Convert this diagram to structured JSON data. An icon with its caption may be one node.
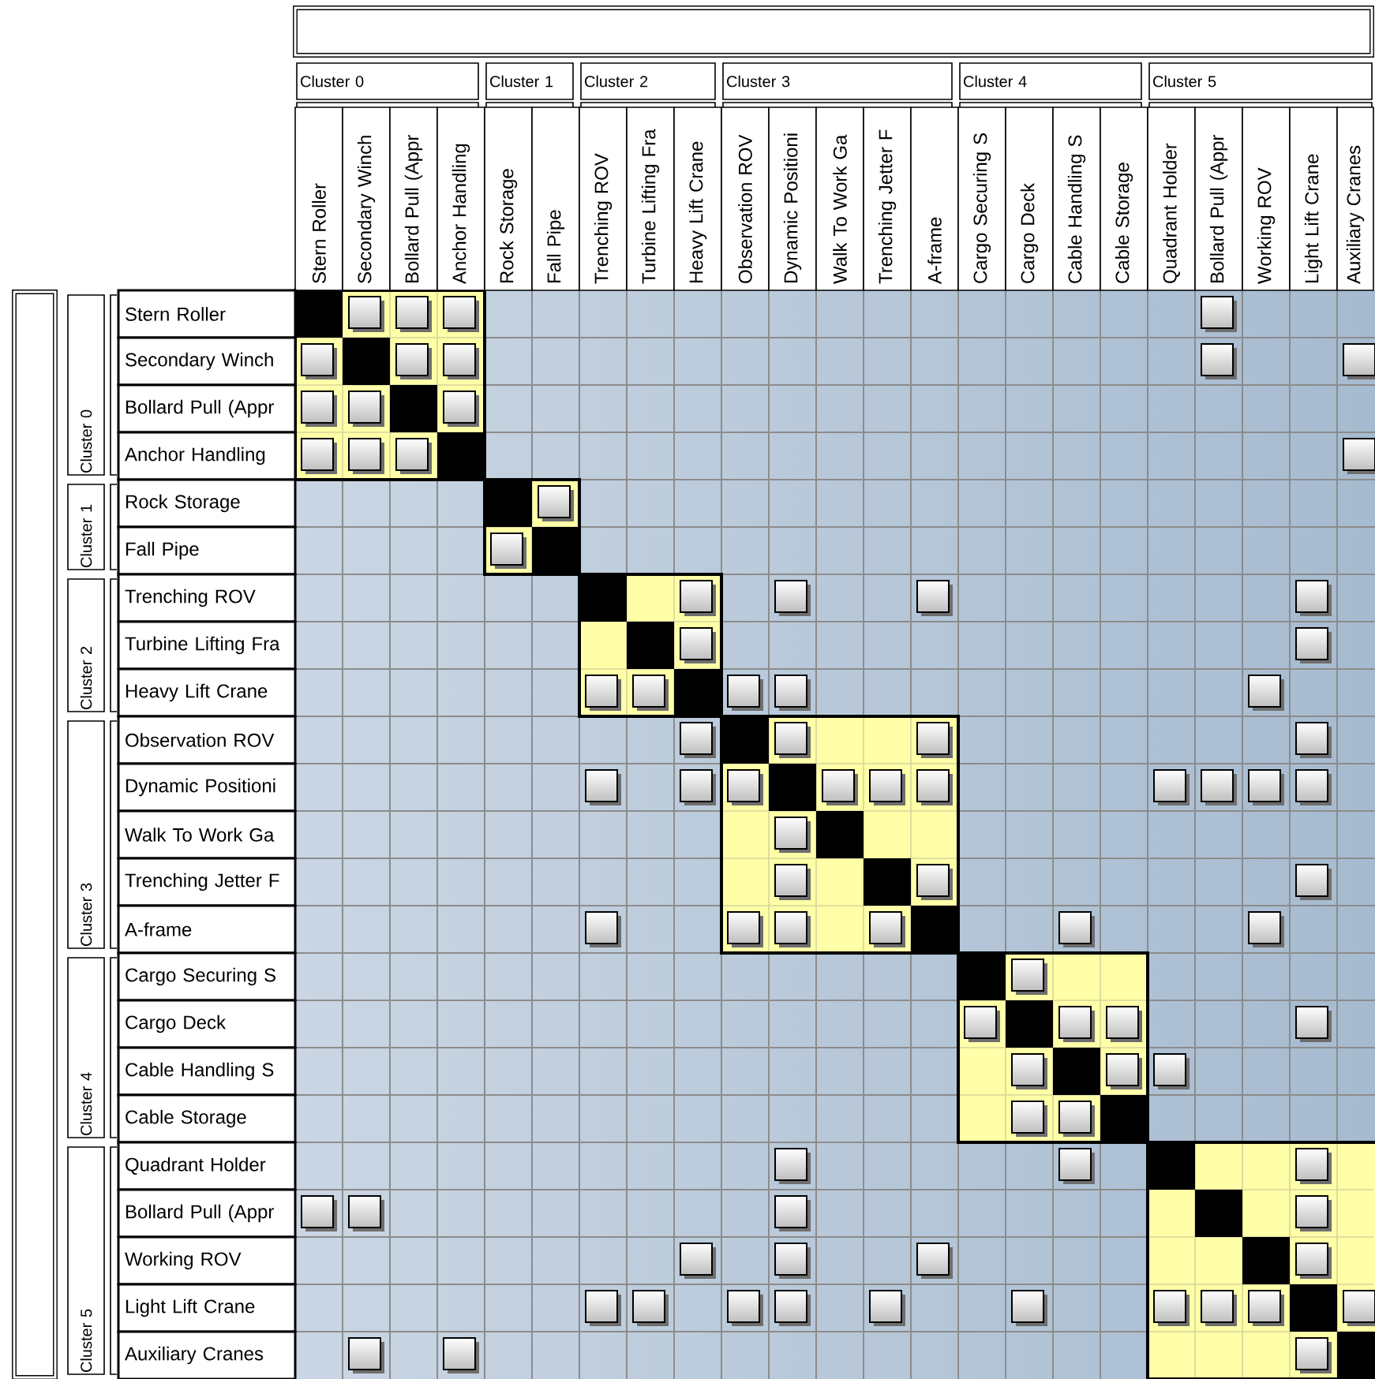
{
  "diagram": {
    "nodes": [
      {
        "text": [],
        "shape": "box"
      },
      {
        "text": [
          "Cluster 0"
        ]
      },
      {
        "text": [
          "Cluster 1"
        ]
      },
      {
        "text": [
          "Cluster 2"
        ]
      },
      {
        "text": [
          "Cluster 3"
        ]
      },
      {
        "text": [
          "Cluster 4"
        ]
      },
      {
        "text": [
          "Cluster 5"
        ]
      },
      {
        "text": [
          "Stern Roller"
        ]
      },
      {
        "text": [
          "Secondary Winch"
        ]
      },
      {
        "text": [
          "Bollard Pull (Appr"
        ]
      },
      {
        "text": [
          "Anchor Handling"
        ]
      },
      {
        "text": [
          "Rock Storage"
        ]
      },
      {
        "text": [
          "Fall Pipe"
        ]
      },
      {
        "text": [
          "Trenching ROV"
        ]
      },
      {
        "text": [
          "Turbine Lifting Fra"
        ]
      },
      {
        "text": [
          "Heavy Lift Crane"
        ]
      },
      {
        "text": [
          "Observation ROV"
        ]
      },
      {
        "text": [
          "Dynamic Positioni"
        ]
      },
      {
        "text": [
          "Walk To Work Ga"
        ]
      },
      {
        "text": [
          "Trenching Jetter F"
        ]
      },
      {
        "text": [
          "A-frame"
        ]
      },
      {
        "text": [
          "Cargo Securing S"
        ]
      },
      {
        "text": [
          "Cargo Deck"
        ]
      },
      {
        "text": [
          "Cable Handling S"
        ]
      },
      {
        "text": [
          "Cable Storage"
        ]
      },
      {
        "text": [
          "Quadrant Holder"
        ]
      },
      {
        "text": [
          "Bollard Pull (Appr"
        ]
      },
      {
        "text": [
          "Working ROV"
        ]
      },
      {
        "text": [
          "Light Lift Crane"
        ]
      },
      {
        "text": [
          "Auxiliary Cranes"
        ]
      },
      {
        "text": [],
        "shape": "box"
      },
      {
        "text": [
          "Cluster 0"
        ]
      },
      {
        "text": [
          "Cluster 1"
        ]
      },
      {
        "text": [
          "Cluster 2"
        ]
      },
      {
        "text": [
          "Cluster 3"
        ]
      },
      {
        "text": [
          "Cluster 4"
        ]
      },
      {
        "text": [
          "Cluster 5"
        ]
      },
      {
        "text": [
          "Stern Roller"
        ]
      },
      {
        "text": [
          "Secondary Winch"
        ]
      },
      {
        "text": [
          "Bollard Pull (Appr"
        ]
      },
      {
        "text": [
          "Anchor Handling"
        ]
      },
      {
        "text": [
          "Rock Storage"
        ]
      },
      {
        "text": [
          "Fall Pipe"
        ]
      },
      {
        "text": [
          "Trenching ROV"
        ]
      },
      {
        "text": [
          "Turbine Lifting Fra"
        ]
      },
      {
        "text": [
          "Heavy Lift Crane"
        ]
      },
      {
        "text": [
          "Observation ROV"
        ]
      },
      {
        "text": [
          "Dynamic Positioni"
        ]
      },
      {
        "text": [
          "Walk To Work Ga"
        ]
      },
      {
        "text": [
          "Trenching Jetter F"
        ]
      },
      {
        "text": [
          "A-frame"
        ]
      },
      {
        "text": [
          "Cargo Securing S"
        ]
      },
      {
        "text": [
          "Cargo Deck"
        ]
      },
      {
        "text": [
          "Cable Handling S"
        ]
      },
      {
        "text": [
          "Cable Storage"
        ]
      },
      {
        "text": [
          "Quadrant Holder"
        ]
      },
      {
        "text": [
          "Bollard Pull (Appr"
        ]
      },
      {
        "text": [
          "Working ROV"
        ]
      },
      {
        "text": [
          "Light Lift Crane"
        ]
      },
      {
        "text": [
          "Auxiliary Cranes"
        ]
      },
      {
        "text": [],
        "shape": "box"
      },
      {
        "text": [],
        "shape": "box"
      },
      {
        "text": [],
        "shape": "box"
      },
      {
        "text": [],
        "shape": "box"
      },
      {
        "text": [],
        "shape": "box"
      },
      {
        "text": [],
        "shape": "box"
      },
      {
        "text": [],
        "shape": "box"
      },
      {
        "text": [],
        "shape": "box"
      },
      {
        "text": [],
        "shape": "box"
      },
      {
        "text": [],
        "shape": "box"
      },
      {
        "text": [],
        "shape": "box"
      },
      {
        "text": [],
        "shape": "box"
      },
      {
        "text": [],
        "shape": "box"
      },
      {
        "text": [],
        "shape": "box"
      },
      {
        "text": [],
        "shape": "box"
      },
      {
        "text": [],
        "shape": "box"
      },
      {
        "text": [],
        "shape": "box"
      },
      {
        "text": [],
        "shape": "box"
      },
      {
        "text": [],
        "shape": "box"
      },
      {
        "text": [],
        "shape": "box"
      },
      {
        "text": [],
        "shape": "box"
      },
      {
        "text": [],
        "shape": "box"
      },
      {
        "text": [],
        "shape": "box"
      },
      {
        "text": [],
        "shape": "box"
      },
      {
        "text": [],
        "shape": "box"
      },
      {
        "text": [],
        "shape": "box"
      },
      {
        "text": [],
        "shape": "box"
      },
      {
        "text": [],
        "shape": "box"
      },
      {
        "text": [],
        "shape": "box"
      },
      {
        "text": [],
        "shape": "box"
      },
      {
        "text": [],
        "shape": "box"
      },
      {
        "text": [],
        "shape": "box"
      },
      {
        "text": [],
        "shape": "box"
      },
      {
        "text": [],
        "shape": "box"
      },
      {
        "text": [],
        "shape": "box"
      },
      {
        "text": [],
        "shape": "box"
      },
      {
        "text": [],
        "shape": "box"
      },
      {
        "text": [],
        "shape": "box"
      },
      {
        "text": [],
        "shape": "box"
      },
      {
        "text": [],
        "shape": "box"
      },
      {
        "text": [],
        "shape": "box"
      },
      {
        "text": [],
        "shape": "box"
      },
      {
        "text": [],
        "shape": "box"
      },
      {
        "text": [],
        "shape": "box"
      },
      {
        "text": [],
        "shape": "box"
      },
      {
        "text": [],
        "shape": "box"
      },
      {
        "text": [],
        "shape": "box"
      },
      {
        "text": [],
        "shape": "box"
      },
      {
        "text": [],
        "shape": "box"
      },
      {
        "text": [],
        "shape": "box"
      },
      {
        "text": [],
        "shape": "box"
      },
      {
        "text": [],
        "shape": "box"
      },
      {
        "text": [],
        "shape": "box"
      },
      {
        "text": [],
        "shape": "box"
      },
      {
        "text": [],
        "shape": "box"
      },
      {
        "text": [],
        "shape": "box"
      },
      {
        "text": [],
        "shape": "box"
      },
      {
        "text": [],
        "shape": "box"
      },
      {
        "text": [],
        "shape": "box"
      },
      {
        "text": [],
        "shape": "box"
      },
      {
        "text": [],
        "shape": "box"
      },
      {
        "text": [],
        "shape": "box"
      },
      {
        "text": [],
        "shape": "box"
      },
      {
        "text": [],
        "shape": "box"
      },
      {
        "text": [],
        "shape": "box"
      },
      {
        "text": [],
        "shape": "box"
      },
      {
        "text": [],
        "shape": "box"
      },
      {
        "text": [],
        "shape": "box"
      },
      {
        "text": [],
        "shape": "box"
      },
      {
        "text": [],
        "shape": "box"
      },
      {
        "text": [],
        "shape": "box"
      },
      {
        "text": [],
        "shape": "box"
      },
      {
        "text": [],
        "shape": "box"
      },
      {
        "text": [],
        "shape": "box"
      },
      {
        "text": [],
        "shape": "box"
      },
      {
        "text": [],
        "shape": "box"
      },
      {
        "text": [],
        "shape": "box"
      },
      {
        "text": [],
        "shape": "box"
      },
      {
        "text": [],
        "shape": "box"
      },
      {
        "text": [],
        "shape": "box"
      },
      {
        "text": [],
        "shape": "box"
      },
      {
        "text": [],
        "shape": "box"
      },
      {
        "text": [],
        "shape": "box"
      },
      {
        "text": [],
        "shape": "box"
      },
      {
        "text": [],
        "shape": "box"
      },
      {
        "text": [],
        "shape": "box"
      },
      {
        "text": [],
        "shape": "box"
      }
    ]
  }
}
